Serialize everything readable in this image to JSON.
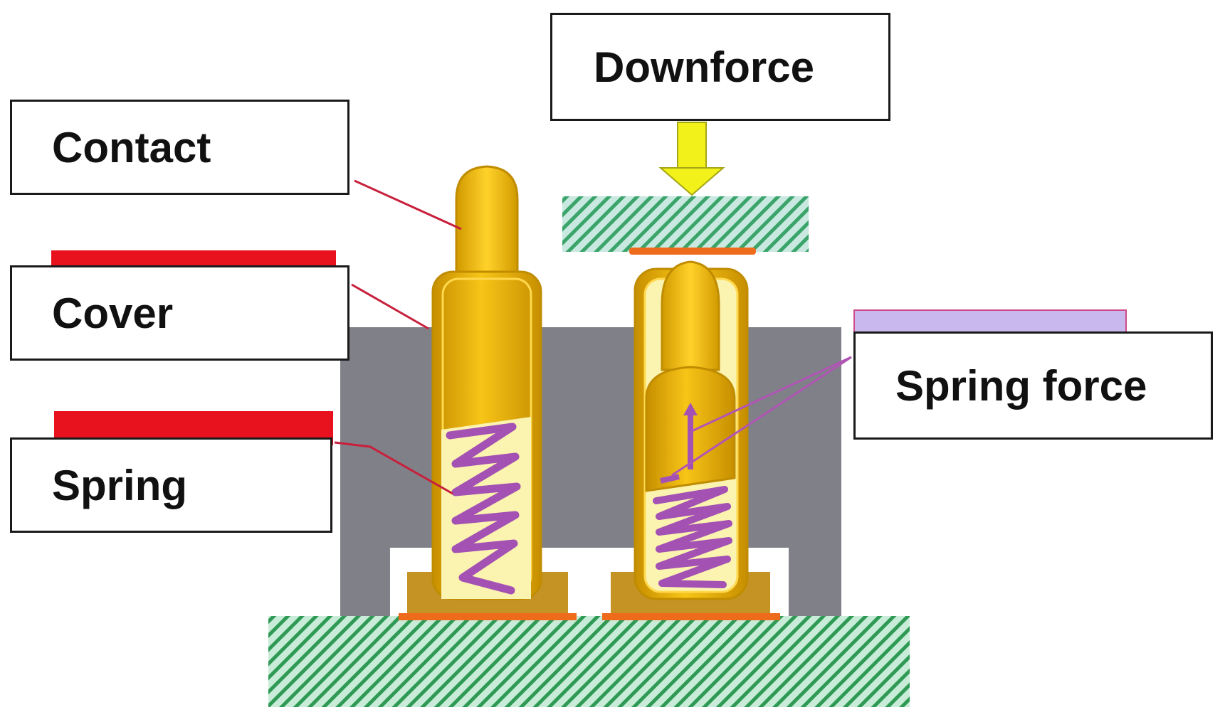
{
  "diagram": {
    "labels": {
      "downforce": "Downforce",
      "contact": "Contact",
      "cover": "Cover",
      "spring": "Spring",
      "spring_force": "Spring force"
    },
    "colors": {
      "housing": "#808088",
      "hatch_fill": "#c9ecd8",
      "hatch_line": "#2f9a55",
      "top_plate_fill": "#c8e8e0",
      "gold_light": "#f7c417",
      "gold_dark": "#c78f00",
      "base_gold": "#c49324",
      "spring_bg": "#fbf3b0",
      "spring_coil": "#a352b4",
      "arrow_yellow": "#f2f21a",
      "red_bar": "#e8121f",
      "lavender": "#c9b8ee",
      "orange_pad": "#ef6b1c",
      "leader_red": "#c8203c",
      "leader_purple": "#b055b4"
    }
  }
}
